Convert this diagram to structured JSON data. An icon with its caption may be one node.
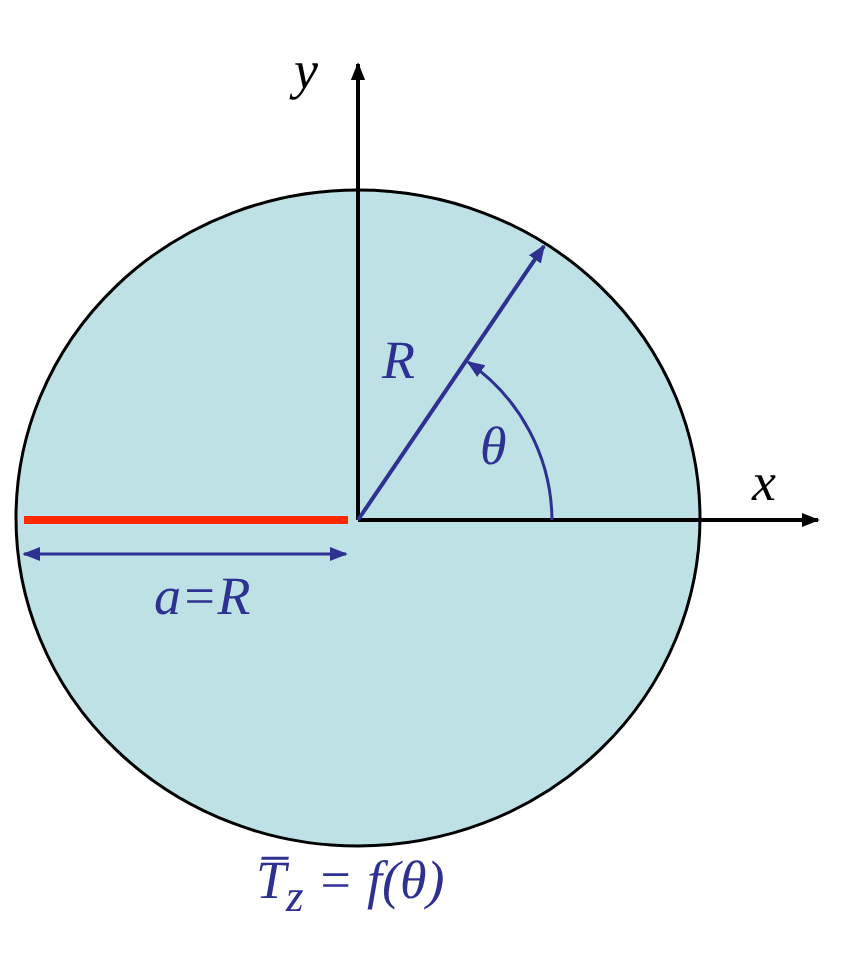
{
  "diagram": {
    "caption": "T̅$_{z}$ = f(θ)",
    "labels": [
      "y",
      "x",
      "R",
      "θ",
      "a=R"
    ]
  }
}
